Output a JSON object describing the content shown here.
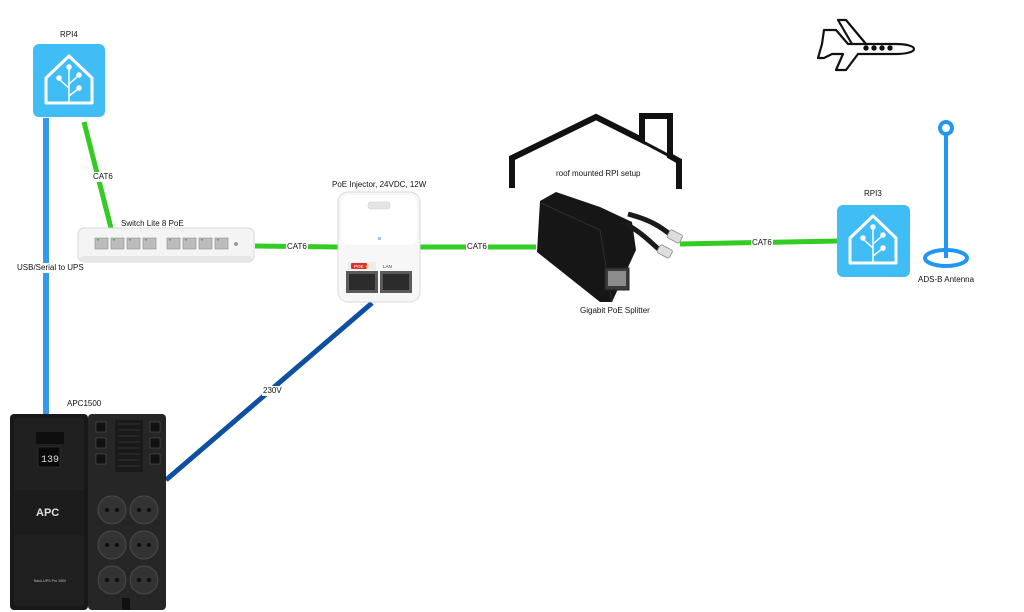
{
  "nodes": {
    "rpi4": {
      "label": "RPI4",
      "icon": "home-assistant-icon"
    },
    "rpi3": {
      "label": "RPI3",
      "icon": "home-assistant-icon"
    },
    "switch": {
      "label": "Switch Lite 8 PoE"
    },
    "injector": {
      "label": "PoE Injector, 24VDC, 12W",
      "badge_poe": "POE ⚡",
      "badge_lan": "LAN"
    },
    "roof": {
      "label": "roof mounted RPI setup",
      "icon": "house-roof-icon"
    },
    "splitter": {
      "label": "Gigabit PoE Splitter"
    },
    "antenna": {
      "label": "ADS-B Antenna",
      "icon": "antenna-icon"
    },
    "ups": {
      "label": "APC1500",
      "display": "139",
      "brand": "APC",
      "model_text": "Back-UPS Pro 1500"
    },
    "plane": {
      "icon": "airplane-icon"
    }
  },
  "links": {
    "rpi4_switch": "CAT6",
    "switch_injector": "CAT6",
    "injector_splitter": "CAT6",
    "splitter_rpi3": "CAT6",
    "rpi4_ups": "USB/Serial to UPS",
    "ups_injector": "230V"
  },
  "colors": {
    "ethernet": "#33cc22",
    "usb": "#3399ee",
    "power": "#0d4fa0",
    "ha_blue": "#41bdf5",
    "antenna": "#2196f3"
  }
}
